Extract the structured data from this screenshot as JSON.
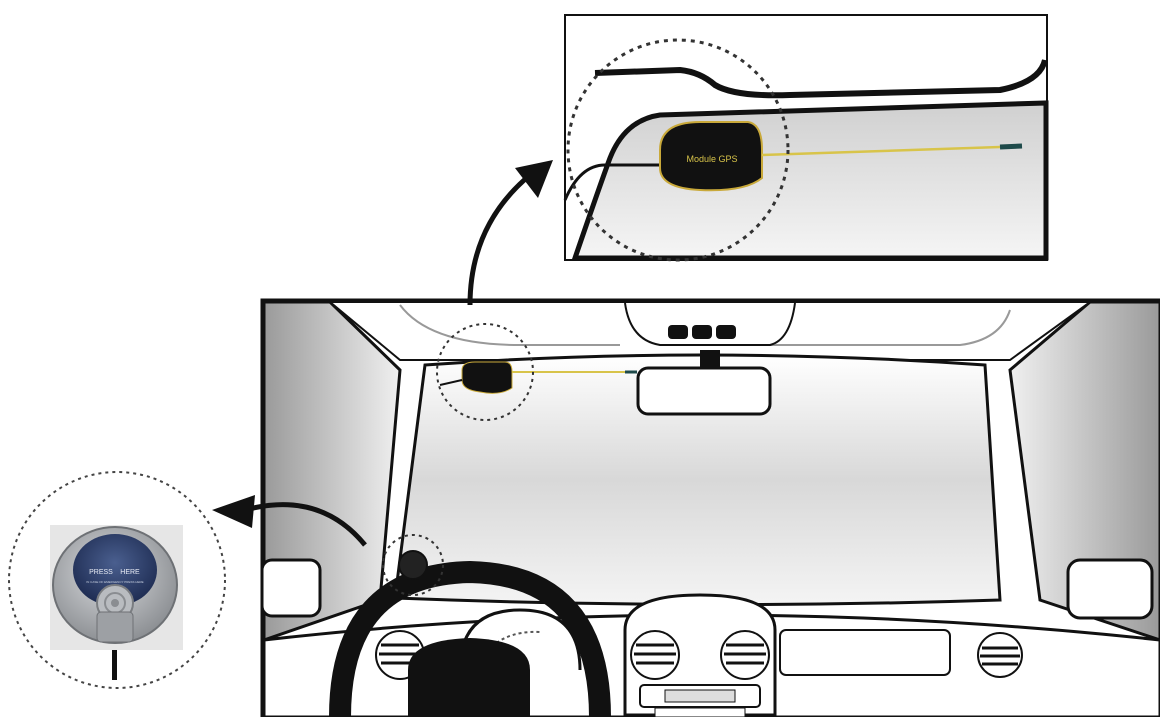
{
  "device": {
    "button_top_text": "PRESS",
    "button_top_text2": "HERE",
    "button_small_text": "IN CASE OF EMERGENCY PRESS HERE",
    "label_marker": "I"
  },
  "antenna": {
    "label": "Module GPS"
  },
  "colors": {
    "line": "#111111",
    "shade": "#cfcfcf",
    "wire": "#d8c44a",
    "device_blue": "#2c3f6b",
    "device_gray": "#a9acb0"
  }
}
